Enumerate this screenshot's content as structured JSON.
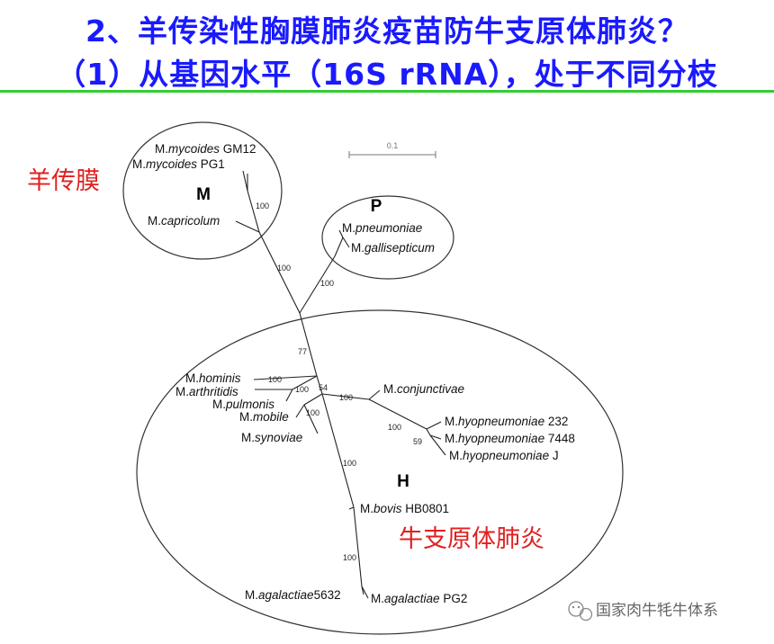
{
  "title": {
    "line1": "2、羊传染性胸膜肺炎疫苗防牛支原体肺炎？",
    "line2": "（1）从基因水平（16S rRNA），处于不同分枝"
  },
  "groups": {
    "m": {
      "label": "M",
      "cn": "羊传膜"
    },
    "p": {
      "label": "P"
    },
    "h": {
      "label": "H",
      "cn": "牛支原体肺炎"
    }
  },
  "scale_bar": "0.1",
  "taxa": {
    "mycoides_gm12": {
      "genus": "M.",
      "species": "mycoides",
      "strain": "GM12"
    },
    "mycoides_pg1": {
      "genus": "M.",
      "species": "mycoides",
      "strain": "PG1"
    },
    "capricolum": {
      "genus": "M.",
      "species": "capricolum",
      "strain": ""
    },
    "pneumoniae": {
      "genus": "M.",
      "species": "pneumoniae",
      "strain": ""
    },
    "gallisepticum": {
      "genus": "M.",
      "species": "gallisepticum",
      "strain": ""
    },
    "hominis": {
      "genus": "M.",
      "species": "hominis",
      "strain": ""
    },
    "arthritidis": {
      "genus": "M.",
      "species": "arthritidis",
      "strain": ""
    },
    "pulmonis": {
      "genus": "M.",
      "species": "pulmonis",
      "strain": ""
    },
    "mobile": {
      "genus": "M.",
      "species": "mobile",
      "strain": ""
    },
    "synoviae": {
      "genus": "M.",
      "species": "synoviae",
      "strain": ""
    },
    "conjunctivae": {
      "genus": "M.",
      "species": "conjunctivae",
      "strain": ""
    },
    "hyo232": {
      "genus": "M.",
      "species": "hyopneumoniae",
      "strain": "232"
    },
    "hyo7448": {
      "genus": "M.",
      "species": "hyopneumoniae",
      "strain": "7448"
    },
    "hyoJ": {
      "genus": "M.",
      "species": "hyopneumoniae",
      "strain": "J"
    },
    "bovis": {
      "genus": "M.",
      "species": "bovis",
      "strain": "HB0801"
    },
    "agal5632": {
      "genus": "M.",
      "species": "agalactiae",
      "strain": "5632"
    },
    "agalPG2": {
      "genus": "M.",
      "species": "agalactiae",
      "strain": "PG2"
    }
  },
  "bootstrap": {
    "m_clade": "100",
    "m_stem": "100",
    "p_stem": "100",
    "root": "77",
    "hominis": "100",
    "arthritidis": "100",
    "node54": "54",
    "mobile": "100",
    "conjunctivae": "100",
    "hyo_clade": "100",
    "hyo_inner": "59",
    "bovis_stem": "100",
    "agal_stem": "100"
  },
  "watermark": "国家肉牛牦牛体系",
  "colors": {
    "title": "#1a1aff",
    "rule": "#33cc33",
    "chinese_labels": "#e02020"
  }
}
